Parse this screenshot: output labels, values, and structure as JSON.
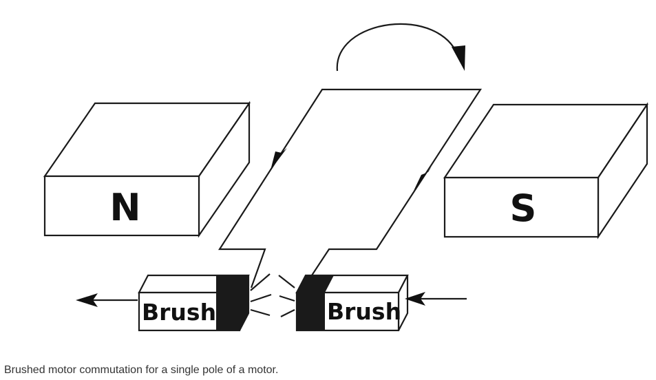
{
  "diagram": {
    "magnet_left_label": "N",
    "magnet_right_label": "S",
    "brush_left_label": "Brush",
    "brush_right_label": "Brush"
  },
  "caption": "Brushed motor commutation for a single pole of a motor."
}
